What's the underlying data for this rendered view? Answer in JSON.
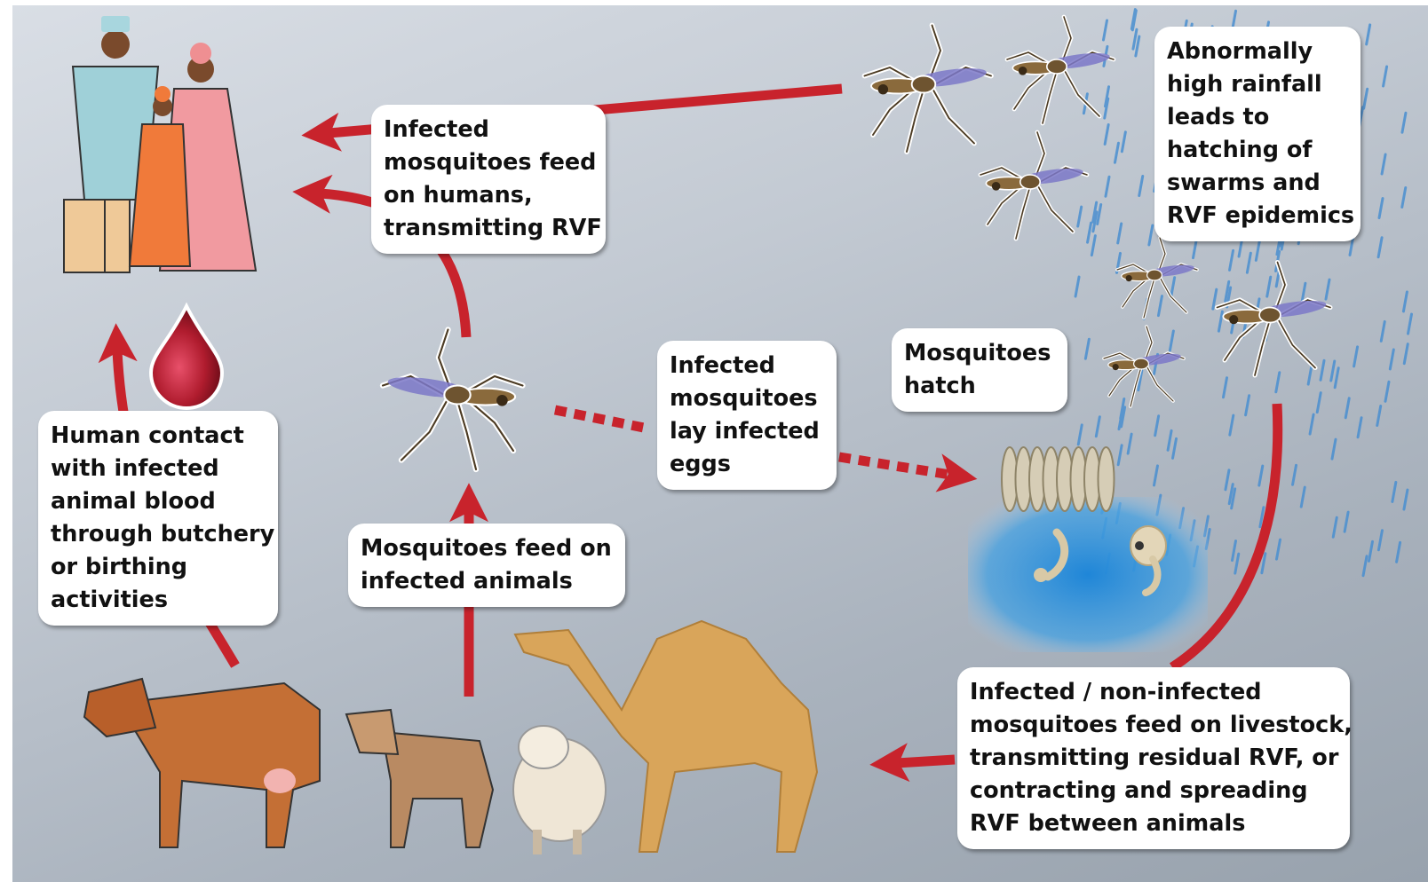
{
  "labels": {
    "rainfall": [
      "Abnormally",
      "high rainfall",
      "leads to",
      "hatching of",
      "swarms and",
      "RVF epidemics"
    ],
    "feed_humans": [
      "Infected",
      "mosquitoes feed",
      "on humans,",
      "transmitting RVF"
    ],
    "hatch": [
      "Mosquitoes",
      "hatch"
    ],
    "lay_eggs": [
      "Infected",
      "mosquitoes",
      "lay infected",
      "eggs"
    ],
    "human_contact": [
      "Human contact",
      "with infected",
      "animal blood",
      "through butchery",
      "or birthing",
      "activities"
    ],
    "feed_animals": [
      "Mosquitoes feed on",
      "infected animals"
    ],
    "livestock": [
      "Infected / non-infected",
      "mosquitoes feed on livestock,",
      "transmitting residual RVF, or",
      "contracting and spreading",
      "RVF between animals"
    ]
  },
  "colors": {
    "arrow": "#c8232c",
    "water": "#2f8fd6",
    "rain": "#4a8fd0",
    "mosquito_body": "#8a6a3c",
    "mosquito_wing": "#7b78c8",
    "blood_drop": "#b01c2e",
    "camel": "#d9a55a",
    "cow": "#c46f35",
    "goat": "#b98a62",
    "sheep": "#efe6d6",
    "egg": "#d6cdb6"
  },
  "icons": [
    "family-icon",
    "mosquito-icon",
    "blood-drop-icon",
    "eggs-icon",
    "larva-icon",
    "pupa-icon",
    "cow-icon",
    "goat-icon",
    "sheep-icon",
    "camel-icon",
    "rain-icon"
  ]
}
